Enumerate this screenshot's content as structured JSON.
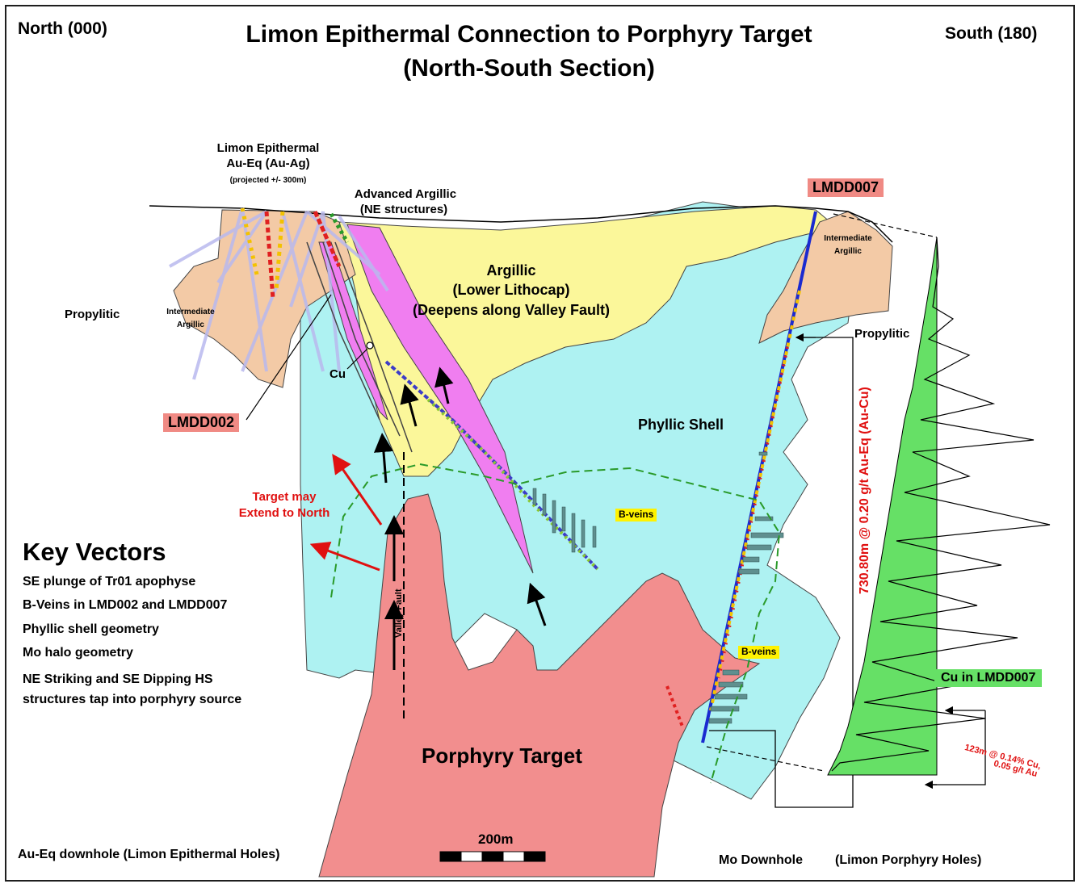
{
  "header": {
    "title_line1": "Limon Epithermal Connection to Porphyry Target",
    "title_line2": "(North-South Section)",
    "north": "North (000)",
    "south": "South (180)"
  },
  "labels": {
    "limon_epithermal_1": "Limon Epithermal",
    "limon_epithermal_2": "Au-Eq (Au-Ag)",
    "limon_epithermal_3": "(projected +/- 300m)",
    "advanced_argillic_1": "Advanced Argillic",
    "advanced_argillic_2": "(NE structures)",
    "argillic_1": "Argillic",
    "argillic_2": "(Lower Lithocap)",
    "argillic_3": "(Deepens along Valley Fault)",
    "propylitic_left": "Propylitic",
    "propylitic_right": "Propylitic",
    "intermediate_argillic_left_1": "Intermediate",
    "intermediate_argillic_left_2": "Argillic",
    "intermediate_argillic_right_1": "Intermediate",
    "intermediate_argillic_right_2": "Argillic",
    "cu": "Cu",
    "lmdd002": "LMDD002",
    "lmdd007": "LMDD007",
    "phyllic_shell": "Phyllic Shell",
    "target_north_1": "Target may",
    "target_north_2": "Extend to North",
    "b_veins_1": "B-veins",
    "b_veins_2": "B-veins",
    "valley_fault": "Valley Fault",
    "porphyry_target": "Porphyry Target",
    "intercept_long": "730.80m @ 0.20 g/t Au-Eq (Au-Cu)",
    "cu_in_lmdd007": "Cu in LMDD007",
    "intercept_short_1": "123m @ 0.14% Cu,",
    "intercept_short_2": "0.05 g/t Au",
    "scale": "200m",
    "legend_left": "Au-Eq downhole (Limon Epithermal Holes)",
    "legend_right_1": "Mo Downhole",
    "legend_right_2": "(Limon Porphyry Holes)"
  },
  "key_vectors": {
    "heading": "Key Vectors",
    "items": [
      "SE plunge of Tr01 apophyse",
      "B-Veins in LMD002 and LMDD007",
      "Phyllic shell geometry",
      "Mo halo geometry",
      "NE Striking and SE Dipping HS",
      "structures tap into porphyry source"
    ]
  },
  "colors": {
    "porphyry": "#f28e8e",
    "phyllic": "#aef2f2",
    "argillic": "#fbf79a",
    "advanced_argillic": "#f07ef0",
    "intermediate_argillic": "#f3caa6",
    "cu_profile": "#66e066",
    "mo_bars": "#5f8f8f",
    "red_text": "#e01010"
  }
}
